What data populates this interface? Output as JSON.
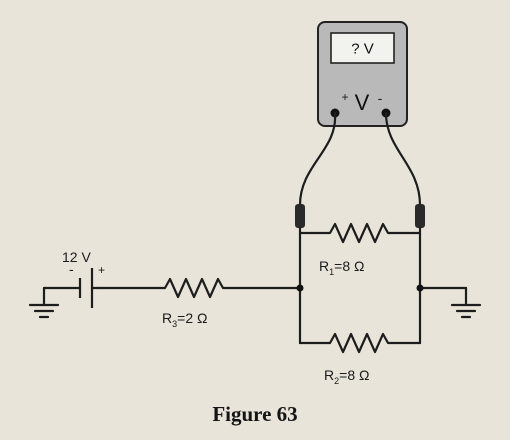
{
  "figure": {
    "caption": "Figure 63"
  },
  "voltmeter": {
    "display": "? V",
    "label": "V",
    "plus": "+",
    "minus": "-"
  },
  "battery": {
    "label": "12 V",
    "minus": "-",
    "plus": "+"
  },
  "resistors": [
    {
      "id": "R3",
      "letter": "R",
      "sub": "3",
      "value": "=2 Ω"
    },
    {
      "id": "R1",
      "letter": "R",
      "sub": "1",
      "value": "=8 Ω"
    },
    {
      "id": "R2",
      "letter": "R",
      "sub": "2",
      "value": "=8 Ω"
    }
  ],
  "colors": {
    "meter_body": "#b9b9b9",
    "display_bg": "#f2f2ee",
    "page_bg": "#e8e4d9"
  }
}
